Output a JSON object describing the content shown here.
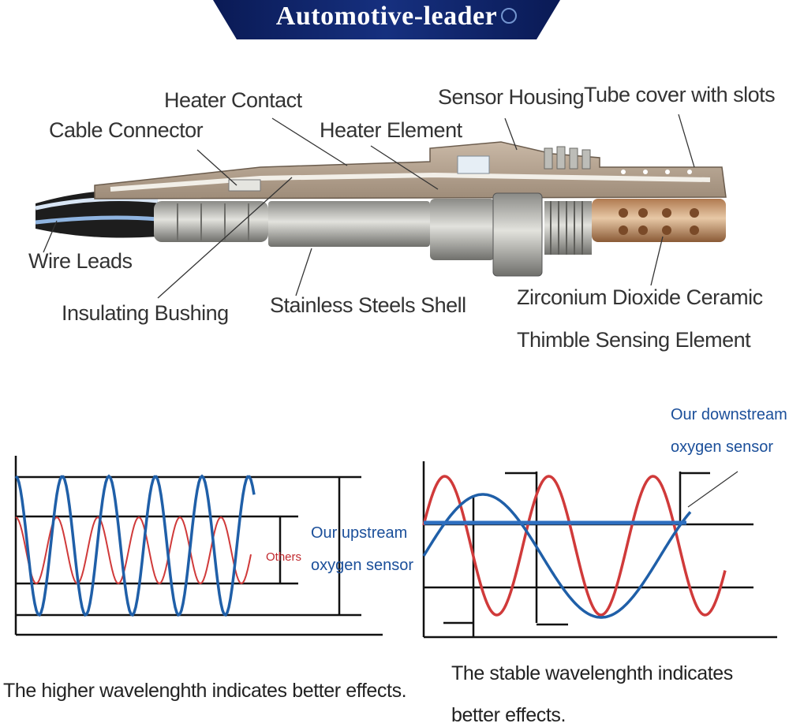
{
  "banner": {
    "title": "Automotive-leader"
  },
  "parts": {
    "heater_contact": "Heater Contact",
    "sensor_housing": "Sensor Housing",
    "tube_cover": "Tube cover with slots",
    "cable_connector": "Cable Connector",
    "heater_element": "Heater Element",
    "wire_leads": "Wire Leads",
    "insulating_bushing": "Insulating Bushing",
    "stainless_shell": "Stainless Steels Shell",
    "zirconium_line1": "Zirconium Dioxide Ceramic",
    "zirconium_line2": "Thimble Sensing Element"
  },
  "waves": {
    "left_others": "Others",
    "left_ours_line1": "Our upstream",
    "left_ours_line2": "oxygen sensor",
    "right_ours_line1": "Our downstream",
    "right_ours_line2": "oxygen sensor",
    "left_caption": "The higher wavelenghth indicates better effects.",
    "right_caption_line1": "The stable wavelenghth indicates",
    "right_caption_line2": "better effects."
  },
  "colors": {
    "blue_wave": "#1f5fa8",
    "red_wave": "#d03a3a",
    "banner": "#0b1c5a"
  }
}
